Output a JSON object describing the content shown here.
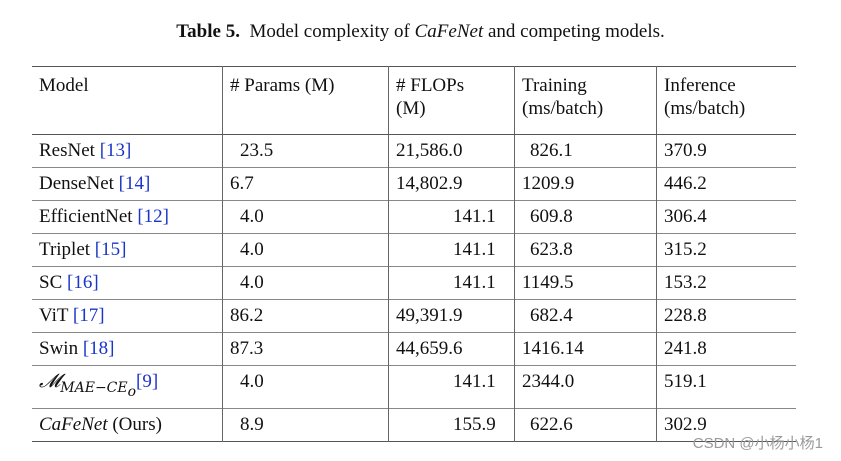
{
  "caption": {
    "label": "Table 5.",
    "text_before": "Model complexity of ",
    "model_name": "CaFeNet",
    "text_after": " and competing models."
  },
  "table": {
    "headers": [
      [
        "Model"
      ],
      [
        "# Params (M)"
      ],
      [
        "# FLOPs",
        "(M)"
      ],
      [
        "Training",
        "(ms/batch)"
      ],
      [
        "Inference",
        "(ms/batch)"
      ]
    ],
    "rows": [
      {
        "model": "ResNet",
        "ref": "[13]",
        "params": "23.5",
        "flops": "21,586.0",
        "training": "826.1",
        "inference": "370.9"
      },
      {
        "model": "DenseNet",
        "ref": "[14]",
        "params": "6.7",
        "flops": "14,802.9",
        "training": "1209.9",
        "inference": "446.2"
      },
      {
        "model": "EfficientNet",
        "ref": "[12]",
        "params": "4.0",
        "flops": "141.1",
        "training": "609.8",
        "inference": "306.4"
      },
      {
        "model": "Triplet",
        "ref": "[15]",
        "params": "4.0",
        "flops": "141.1",
        "training": "623.8",
        "inference": "315.2"
      },
      {
        "model": "SC",
        "ref": "[16]",
        "params": "4.0",
        "flops": "141.1",
        "training": "1149.5",
        "inference": "153.2"
      },
      {
        "model": "ViT",
        "ref": "[17]",
        "params": "86.2",
        "flops": "49,391.9",
        "training": "682.4",
        "inference": "228.8"
      },
      {
        "model": "Swin",
        "ref": "[18]",
        "params": "87.3",
        "flops": "44,659.6",
        "training": "1416.14",
        "inference": "241.8"
      },
      {
        "model_math_base": "𝓜",
        "model_math_sub": "MAE−CE",
        "model_math_subsub": "o",
        "ref": "[9]",
        "params": "4.0",
        "flops": "141.1",
        "training": "2344.0",
        "inference": "519.1"
      },
      {
        "model_italic": "CaFeNet",
        "model_suffix": " (Ours)",
        "params": "8.9",
        "flops": "155.9",
        "training": "622.6",
        "inference": "302.9"
      }
    ]
  },
  "watermark": "CSDN @小杨小杨1"
}
